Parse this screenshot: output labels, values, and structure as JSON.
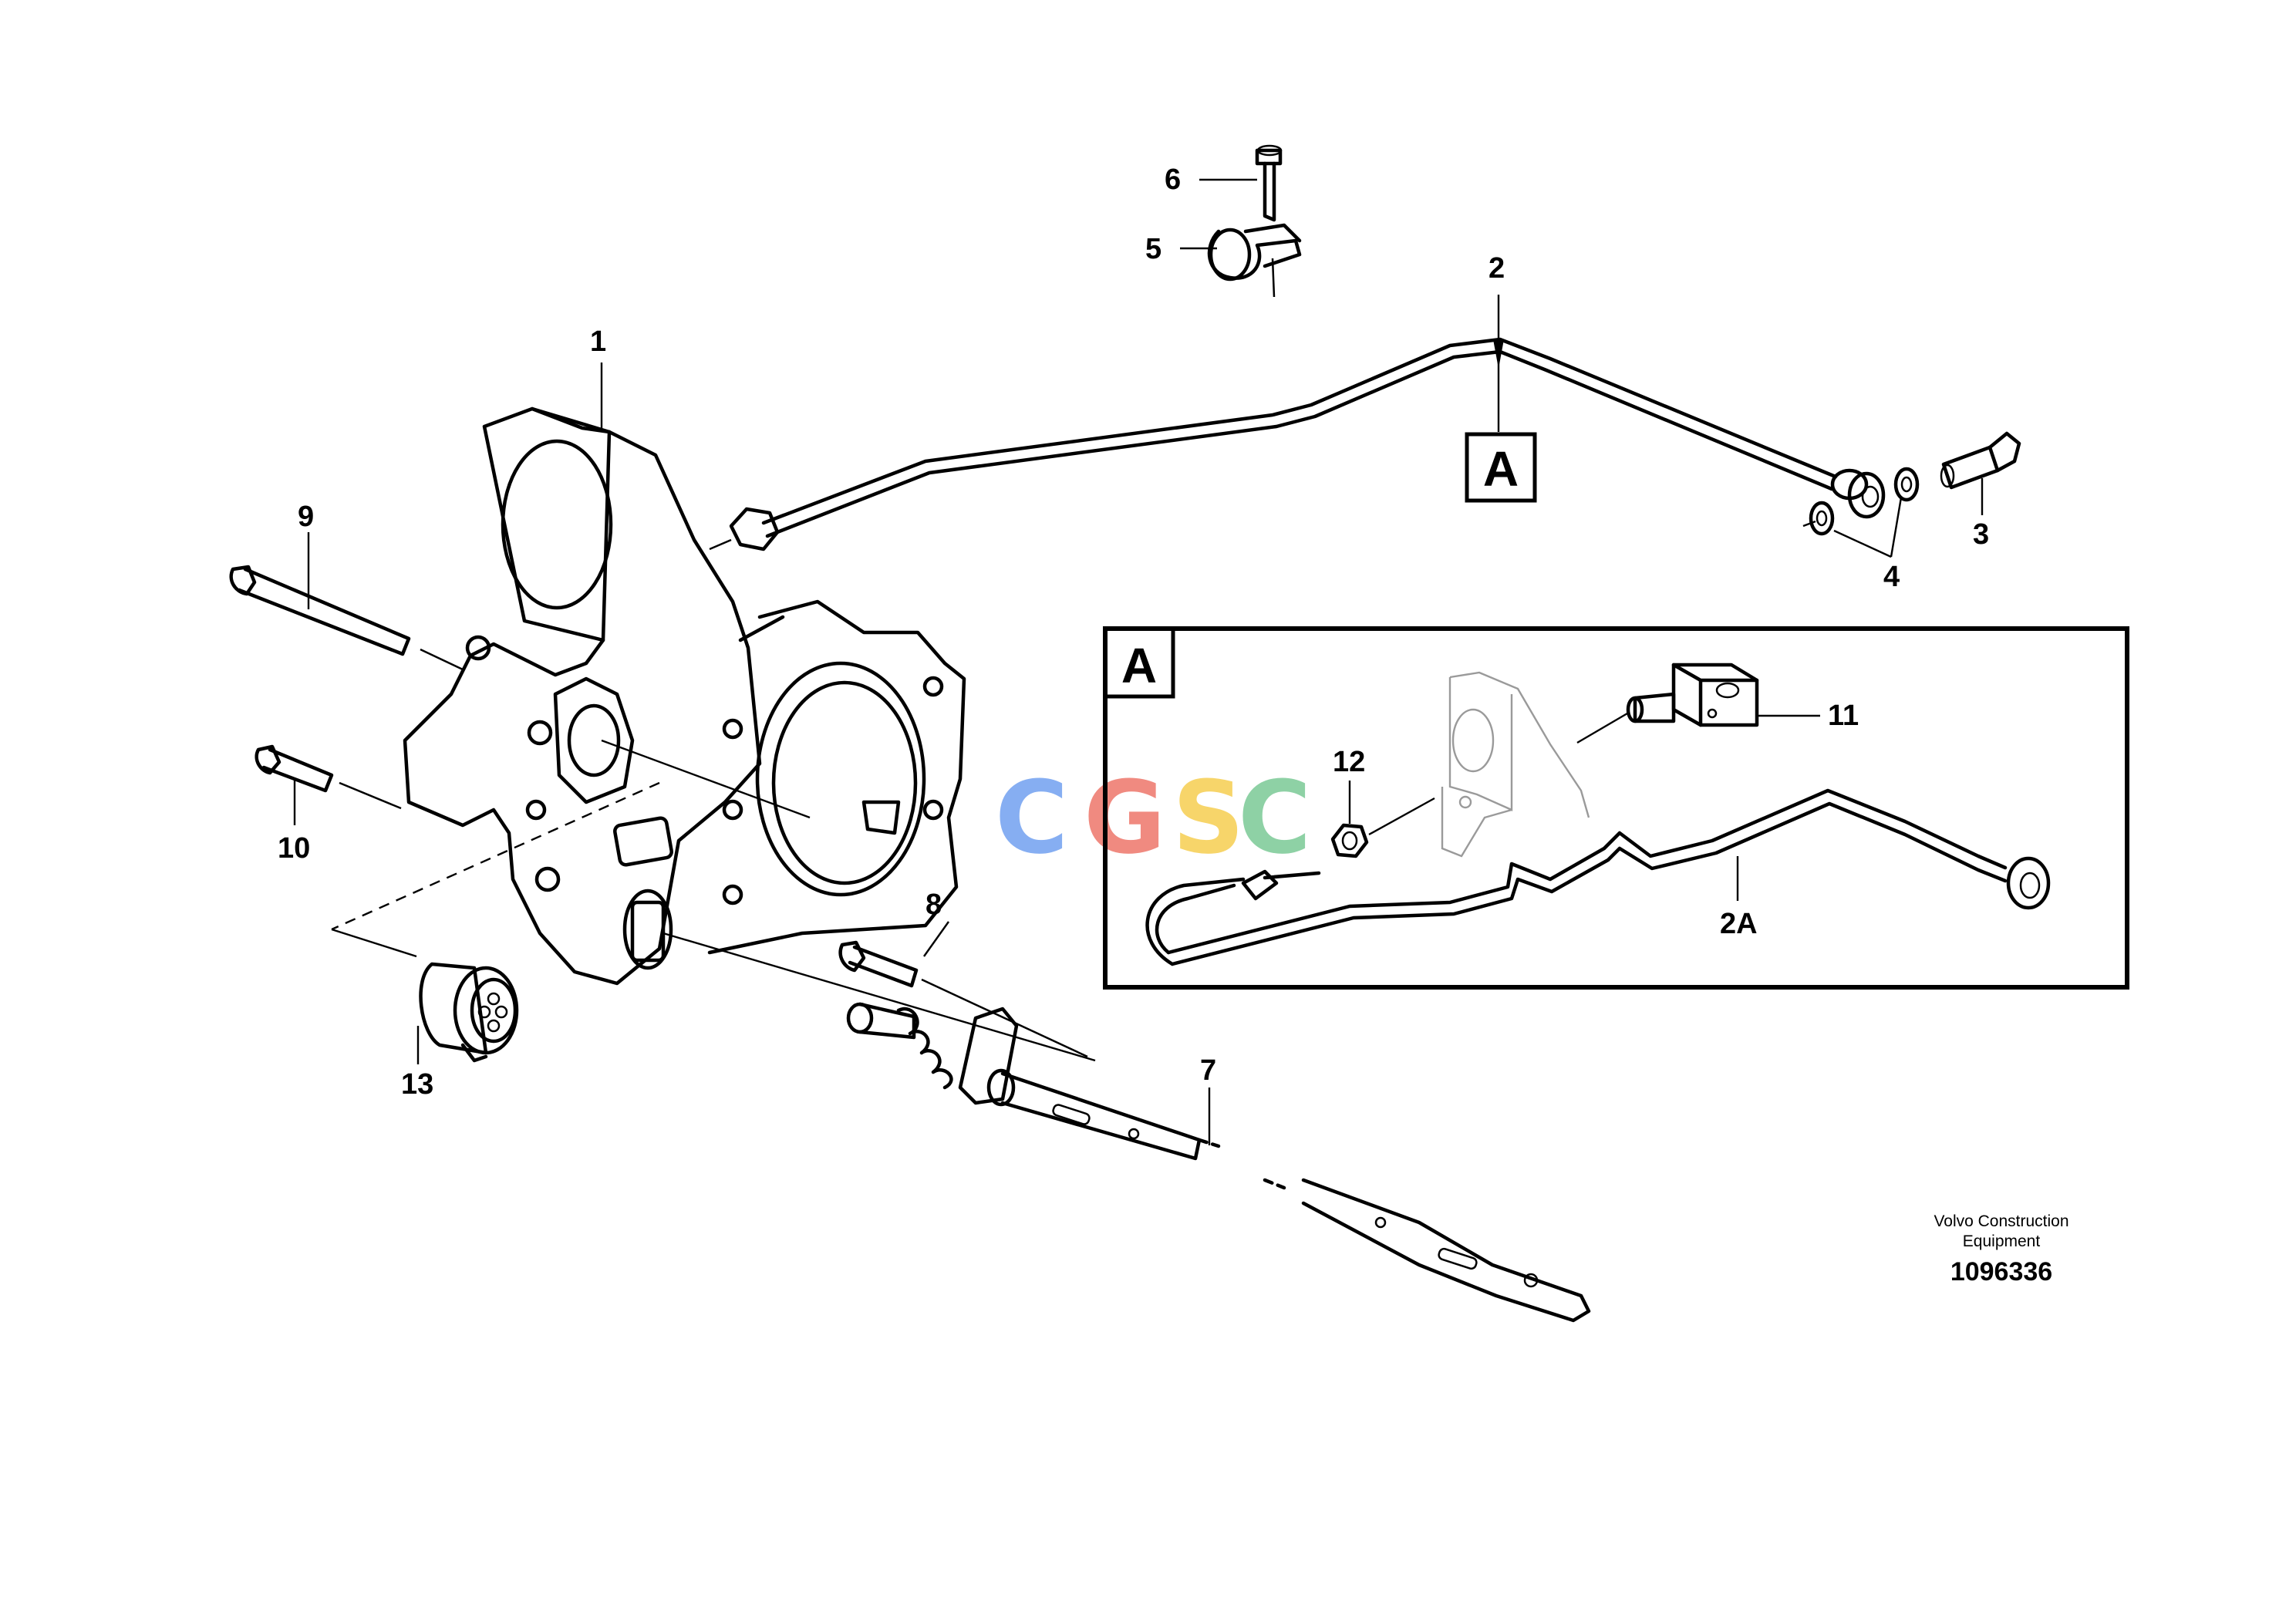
{
  "callouts": {
    "c1": "1",
    "c2": "2",
    "c3": "3",
    "c4": "4",
    "c5": "5",
    "c6": "6",
    "c7": "7",
    "c8": "8",
    "c9": "9",
    "c10": "10",
    "c11": "11",
    "c12": "12",
    "c13": "13",
    "c2a": "2A"
  },
  "view_marker": "A",
  "detail_view_label": "A",
  "watermark": {
    "letters": [
      "C",
      "G",
      "S",
      "C"
    ],
    "colors": [
      "#86aef2",
      "#f08a80",
      "#f7d56a",
      "#8ed1a5"
    ]
  },
  "footer": {
    "company_line1": "Volvo Construction",
    "company_line2": "Equipment",
    "drawing_number": "1096336"
  }
}
